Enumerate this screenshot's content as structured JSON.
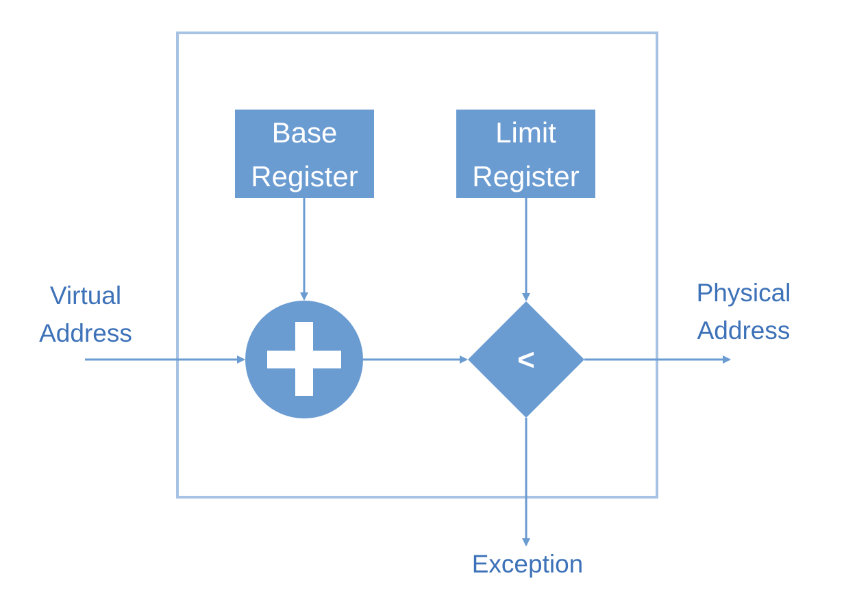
{
  "colors": {
    "accent_fill": "#6a9bd1",
    "frame_stroke": "#a7c2e3",
    "arrow_stroke": "#6a9bd1",
    "label_text": "#3d72b8",
    "symbol_text": "#ffffff"
  },
  "base_register": {
    "line1": "Base",
    "line2": "Register"
  },
  "limit_register": {
    "line1": "Limit",
    "line2": "Register"
  },
  "adder": {
    "symbol": "+",
    "icon": "plus-icon"
  },
  "comparator": {
    "symbol": "<"
  },
  "inputs": {
    "virtual_line1": "Virtual",
    "virtual_line2": "Address"
  },
  "outputs": {
    "physical_line1": "Physical",
    "physical_line2": "Address",
    "exception": "Exception"
  }
}
